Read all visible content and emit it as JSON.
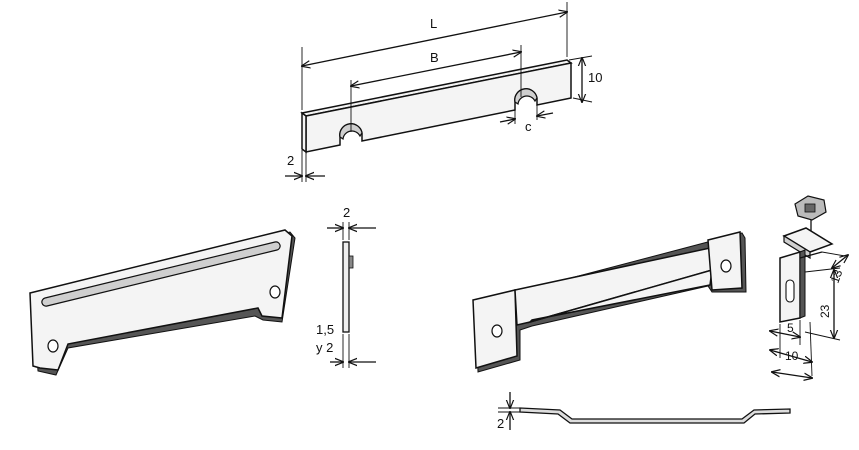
{
  "dimensions": {
    "top_bar": {
      "length": "L",
      "slot_spacing": "B",
      "slot_width": "c",
      "height": "10",
      "thickness": "2"
    },
    "side_profile": {
      "width": "2",
      "thickness_line1": "1,5",
      "thickness_line2": "y 2"
    },
    "strip_profile": {
      "thickness": "2"
    },
    "bracket": {
      "dim_13": "13",
      "dim_23": "23",
      "dim_5": "5",
      "dim_10": "10"
    }
  }
}
